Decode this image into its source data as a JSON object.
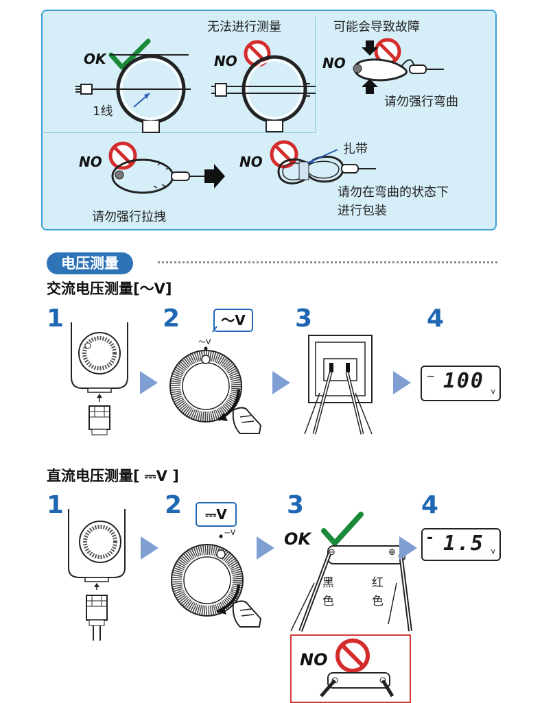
{
  "top_panel": {
    "label_cannot_measure": "无法进行测量",
    "label_may_fault": "可能会导致故障",
    "label_one_wire": "1线",
    "label_no_force_bend": "请勿强行弯曲",
    "label_no_force_pull": "请勿强行拉拽",
    "label_cable_tie": "扎带",
    "label_no_pack_bent_line1": "请勿在弯曲的状态下",
    "label_no_pack_bent_line2": "进行包装",
    "ok": "OK",
    "no": "NO"
  },
  "section": {
    "title": "电压测量"
  },
  "ac": {
    "heading": "交流电压测量[～V]",
    "steps": [
      "1",
      "2",
      "3",
      "4"
    ],
    "callout": "～V",
    "dial_mark": "～V",
    "lcd_symbol": "~",
    "lcd_value": "100",
    "lcd_unit": "v"
  },
  "dc": {
    "heading": "直流电压测量[ ⎓V ]",
    "steps": [
      "1",
      "2",
      "3",
      "4"
    ],
    "callout": "⎓V",
    "dial_mark": "⎓V",
    "lcd_symbol": "-",
    "lcd_value": "1.5",
    "lcd_unit": "v",
    "ok": "OK",
    "no": "NO",
    "black_line1": "黑",
    "black_line2": "色",
    "red_line1": "红",
    "red_line2": "色",
    "minus": "⊖",
    "plus": "⊕"
  },
  "colors": {
    "panel_bg": "#d6eef8",
    "panel_border": "#3aa0d2",
    "accent_blue": "#1f67b2",
    "arrow_blue": "#7f9fd3",
    "ok_green": "#1a8a3a",
    "no_red": "#d42b2b"
  }
}
